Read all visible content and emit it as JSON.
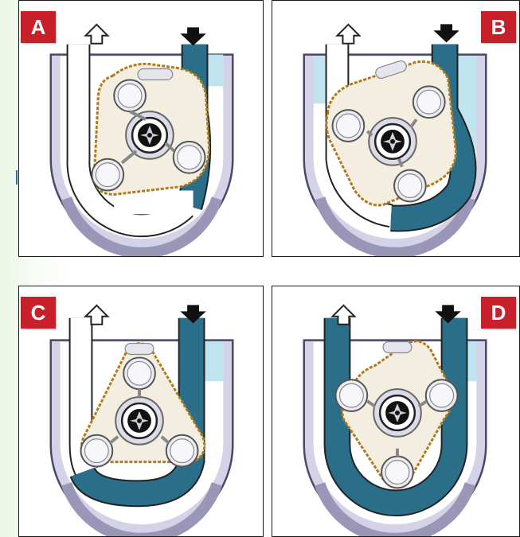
{
  "panels": [
    {
      "id": "A",
      "label": "A"
    },
    {
      "id": "B",
      "label": "B"
    },
    {
      "id": "C",
      "label": "C"
    },
    {
      "id": "D",
      "label": "D"
    }
  ],
  "colors": {
    "badge": "#c8202a",
    "housing": "#d4d2e6",
    "housing_dark": "#9a96b8",
    "fluid_light": "#bfe3ef",
    "tube_filled": "#2a6e8a",
    "tube_empty": "#ffffff",
    "rotor_outline": "#b07a1c"
  },
  "icons": [
    "outlet-arrow-up-icon",
    "inlet-arrow-down-icon"
  ]
}
